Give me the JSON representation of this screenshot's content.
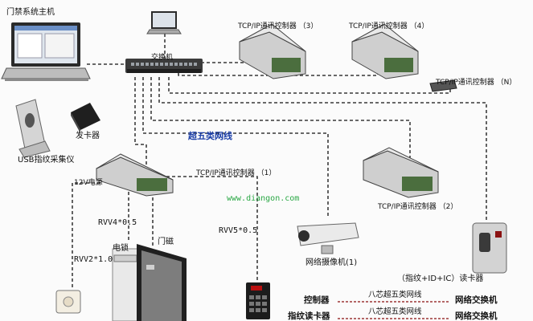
{
  "colors": {
    "dashed_line": "#111111",
    "solid_line": "#8a0f0f",
    "cable_label": "#1c3fa8",
    "watermark": "#2aa845"
  },
  "labels": {
    "host": "门禁系统主机",
    "switch": "交换机",
    "ctrl3": "TCP/IP通讯控制器 （3）",
    "ctrl4": "TCP/IP通讯控制器 （4）",
    "ctrlN": "TCP/IP通讯控制器 （N）",
    "card_issuer": "发卡器",
    "usb_reader": "USB指纹采集仪",
    "cable": "超五类网线",
    "ctrl1": "TCP/IP通讯控制器 （1）",
    "power12v": "12V电源",
    "watermark": "www.diangon.com",
    "ctrl2": "TCP/IP通讯控制器 （2）",
    "rvv4": "RVV4*0.5",
    "rvv5": "RVV5*0.5",
    "rvv2": "RVV2*1.0",
    "lock": "电锁",
    "door_magnet": "门磁",
    "camera": "网络摄像机(1)",
    "fp_reader": "（指纹+ID+IC）读卡器"
  },
  "legend": [
    {
      "left": "控制器",
      "middle": "八芯超五类网线",
      "right": "网络交换机"
    },
    {
      "left": "指纹读卡器",
      "middle": "八芯超五类网线",
      "right": "网络交换机"
    }
  ]
}
